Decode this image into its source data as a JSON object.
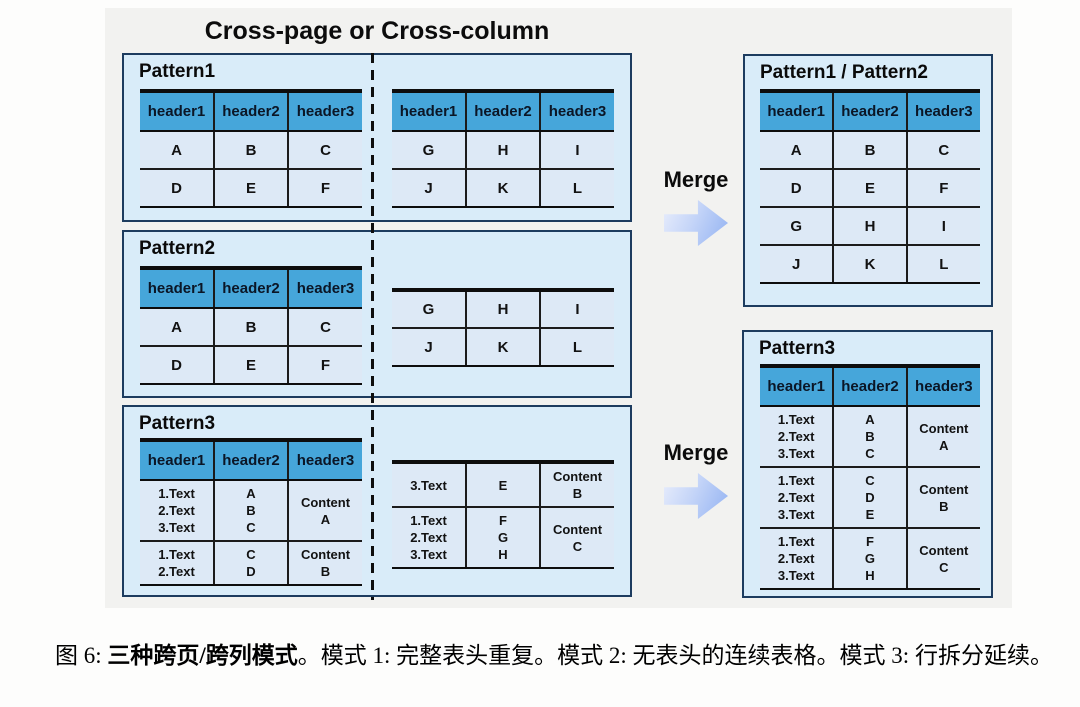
{
  "figure": {
    "title": "Cross-page or Cross-column",
    "merge_label": "Merge"
  },
  "boxes": {
    "pattern1": "Pattern1",
    "pattern2": "Pattern2",
    "pattern3": "Pattern3",
    "merged12": "Pattern1 / Pattern2",
    "merged3": "Pattern3"
  },
  "tables": {
    "p1_left": {
      "header": [
        "header1",
        "header2",
        "header3"
      ],
      "rows": [
        [
          "A",
          "B",
          "C"
        ],
        [
          "D",
          "E",
          "F"
        ]
      ]
    },
    "p1_right": {
      "header": [
        "header1",
        "header2",
        "header3"
      ],
      "rows": [
        [
          "G",
          "H",
          "I"
        ],
        [
          "J",
          "K",
          "L"
        ]
      ]
    },
    "p2_left": {
      "header": [
        "header1",
        "header2",
        "header3"
      ],
      "rows": [
        [
          "A",
          "B",
          "C"
        ],
        [
          "D",
          "E",
          "F"
        ]
      ]
    },
    "p2_right": {
      "rows": [
        [
          "G",
          "H",
          "I"
        ],
        [
          "J",
          "K",
          "L"
        ]
      ]
    },
    "p3_left": {
      "header": [
        "header1",
        "header2",
        "header3"
      ],
      "rows": [
        [
          "1.Text\n2.Text\n3.Text",
          "A\nB\nC",
          "Content\nA"
        ],
        [
          "1.Text\n2.Text",
          "C\nD",
          "Content\nB"
        ]
      ]
    },
    "p3_right": {
      "rows": [
        [
          "3.Text",
          "E",
          "Content\nB"
        ],
        [
          "1.Text\n2.Text\n3.Text",
          "F\nG\nH",
          "Content\nC"
        ]
      ]
    },
    "merged12": {
      "header": [
        "header1",
        "header2",
        "header3"
      ],
      "rows": [
        [
          "A",
          "B",
          "C"
        ],
        [
          "D",
          "E",
          "F"
        ],
        [
          "G",
          "H",
          "I"
        ],
        [
          "J",
          "K",
          "L"
        ]
      ]
    },
    "merged3": {
      "header": [
        "header1",
        "header2",
        "header3"
      ],
      "rows": [
        [
          "1.Text\n2.Text\n3.Text",
          "A\nB\nC",
          "Content\nA"
        ],
        [
          "1.Text\n2.Text\n3.Text",
          "C\nD\nE",
          "Content\nB"
        ],
        [
          "1.Text\n2.Text\n3.Text",
          "F\nG\nH",
          "Content\nC"
        ]
      ]
    }
  },
  "caption": {
    "prefix": "图 6: ",
    "bold": "三种跨页/跨列模式",
    "rest": "。模式 1: 完整表头重复。模式 2: 无表头的连续表格。模式 3: 行拆分延续。"
  },
  "colors": {
    "header_blue": "#46a6da",
    "cell_bg": "#dde9f6",
    "box_bg": "#d9ecf9",
    "box_border": "#1d3c5f",
    "panel_bg": "#f2f2f0",
    "arrow_gradient_start": "#e9eefc",
    "arrow_gradient_end": "#92b2f2",
    "line_color": "#0d0d0d"
  }
}
